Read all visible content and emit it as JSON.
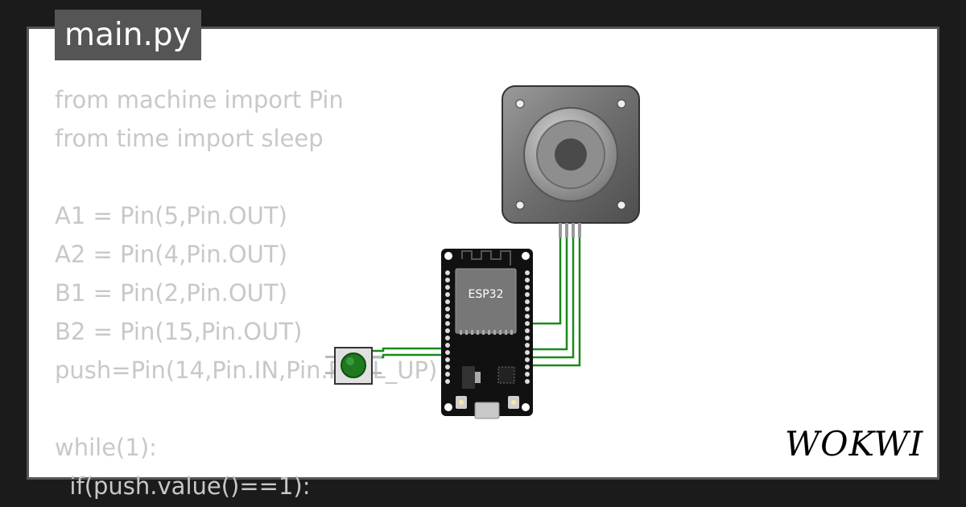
{
  "file_tab": {
    "label": "main.py"
  },
  "code_lines": [
    "from machine import Pin",
    "from time import sleep",
    "",
    "A1 = Pin(5,Pin.OUT)",
    "A2 = Pin(4,Pin.OUT)",
    "B1 = Pin(2,Pin.OUT)",
    "B2 = Pin(15,Pin.OUT)",
    "push=Pin(14,Pin.IN,Pin.PULL_UP)",
    "",
    "while(1):",
    "  if(push.value()==1):"
  ],
  "board": {
    "label": "ESP32"
  },
  "logo": {
    "text": "WOKWI"
  },
  "colors": {
    "background": "#1b1b1b",
    "panel": "#ffffff",
    "tab": "#555555",
    "code_text": "#c8c8c8",
    "wire": "#1a8a1a",
    "button_cap": "#1e7a1e"
  },
  "icons": [
    "stepper-motor-icon",
    "esp32-board-icon",
    "pushbutton-icon",
    "wokwi-logo-icon"
  ]
}
